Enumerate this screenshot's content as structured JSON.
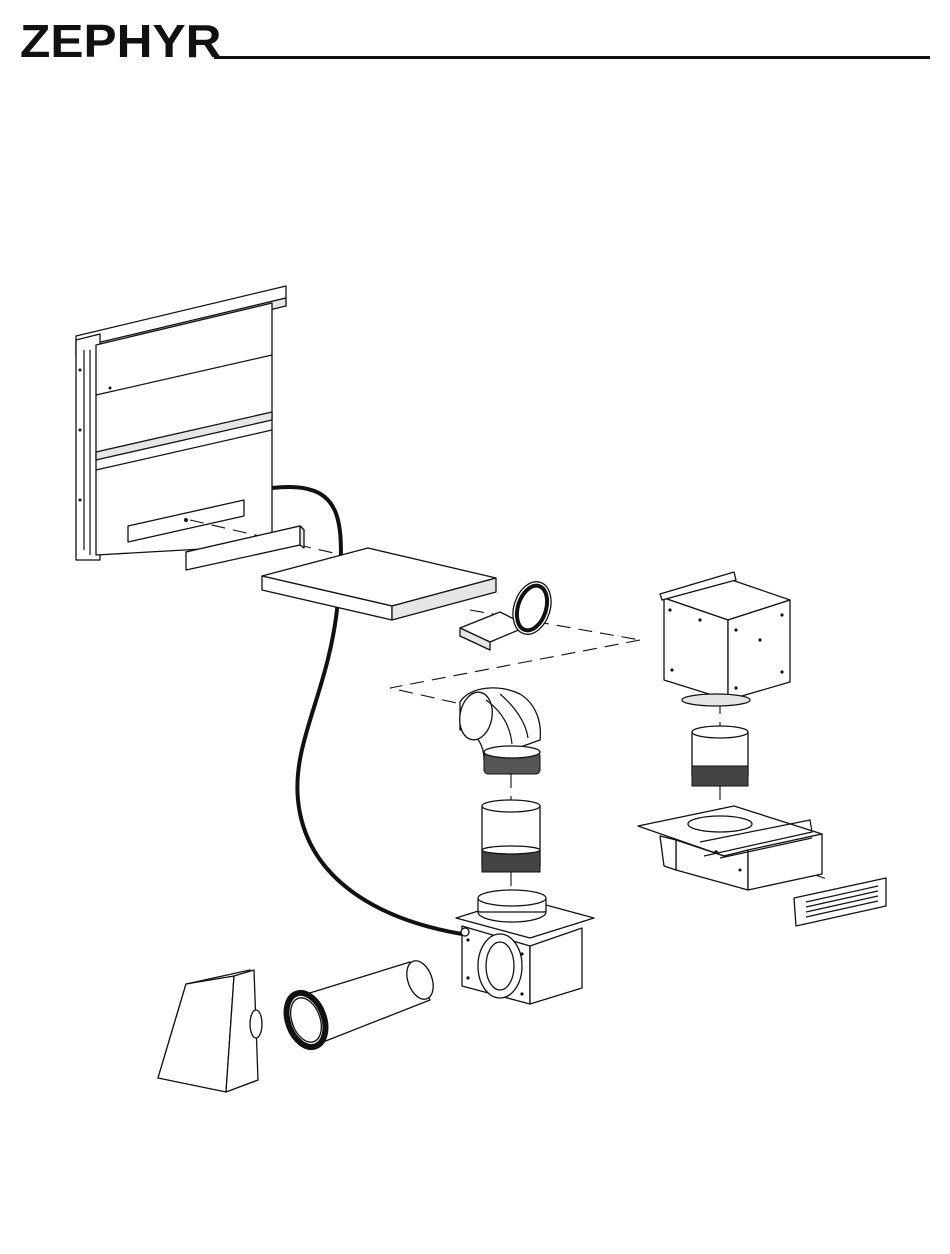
{
  "brand": {
    "logo_text": "ZEPHYR",
    "color": "#111111"
  },
  "diagram": {
    "components": [
      "downdraft-unit",
      "transition-bracket",
      "plenum-box",
      "flat-to-round-transition",
      "top-mount-blower",
      "elbow-duct",
      "round-duct-upper",
      "round-duct-lower",
      "bottom-mount-blower",
      "straight-duct",
      "wall-cap",
      "toe-kick-blower",
      "toe-kick-grille",
      "power-cable"
    ]
  }
}
